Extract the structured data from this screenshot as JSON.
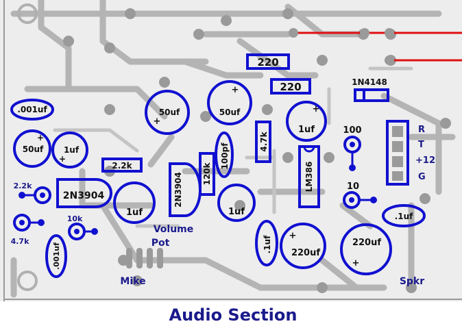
{
  "title": "Audio Section",
  "colors": {
    "outline": "#1010d0",
    "trace": "#b4b4b4",
    "pad": "#9a9a9a",
    "wire": "#e01010",
    "label": "#1a1a8c"
  },
  "parts": {
    "r220_top": "220",
    "r220_mid": "220",
    "d1n4148": "1N4148",
    "c001_left": ".001uf",
    "c50_left": "50uf",
    "c1_left": "1uf",
    "r22k_horizontal": "2.2k",
    "c50_center_left": "50uf",
    "c50_center_right": "50uf",
    "r47k_vertical": "4.7k",
    "c1_center_right": "1uf",
    "c100pf": "100pf",
    "r120k": "120k",
    "q2n3904_left": "2N3904",
    "q2n3904_center": "2N3904",
    "lm386": "LM386",
    "r100": "100",
    "r10": "10",
    "c1_low_left": "1uf",
    "c1_low_center": "1uf",
    "c1_vertical": ".1uf",
    "c220_left": "220uf",
    "c220_right": "220uf",
    "c1_right": ".1uf",
    "c001_bottom": ".001uf"
  },
  "labels": {
    "pad_2_2k": "2.2k",
    "pad_4_7k": "4.7k",
    "pad_10k": "10k",
    "volume": "Volume",
    "pot": "Pot",
    "mike": "Mike",
    "spkr": "Spkr",
    "conn_r": "R",
    "conn_t": "T",
    "conn_12": "+12",
    "conn_g": "G",
    "plus": "+"
  }
}
